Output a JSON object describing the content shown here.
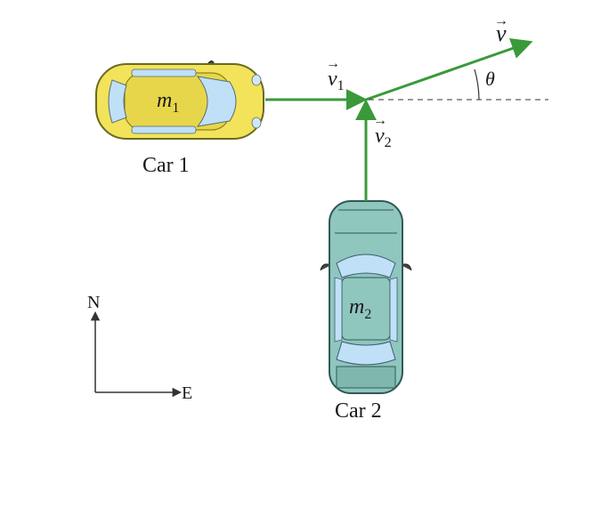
{
  "labels": {
    "car1_caption": "Car 1",
    "car2_caption": "Car 2",
    "mass1_symbol": "m",
    "mass1_sub": "1",
    "mass2_symbol": "m",
    "mass2_sub": "2",
    "v_symbol": "v",
    "v1_symbol": "v",
    "v1_sub": "1",
    "v2_symbol": "v",
    "v2_sub": "2",
    "vector_mark": "→",
    "theta": "θ",
    "compass_north": "N",
    "compass_east": "E"
  },
  "colors": {
    "vector_green": "#3a9a3a",
    "car1_body": "#f2e35a",
    "car1_outline": "#6a6a20",
    "car2_body": "#8fc6bd",
    "car2_outline": "#2f5a55",
    "glass": "#bfe0f7",
    "dashed_line": "#333333",
    "compass": "#333333"
  }
}
